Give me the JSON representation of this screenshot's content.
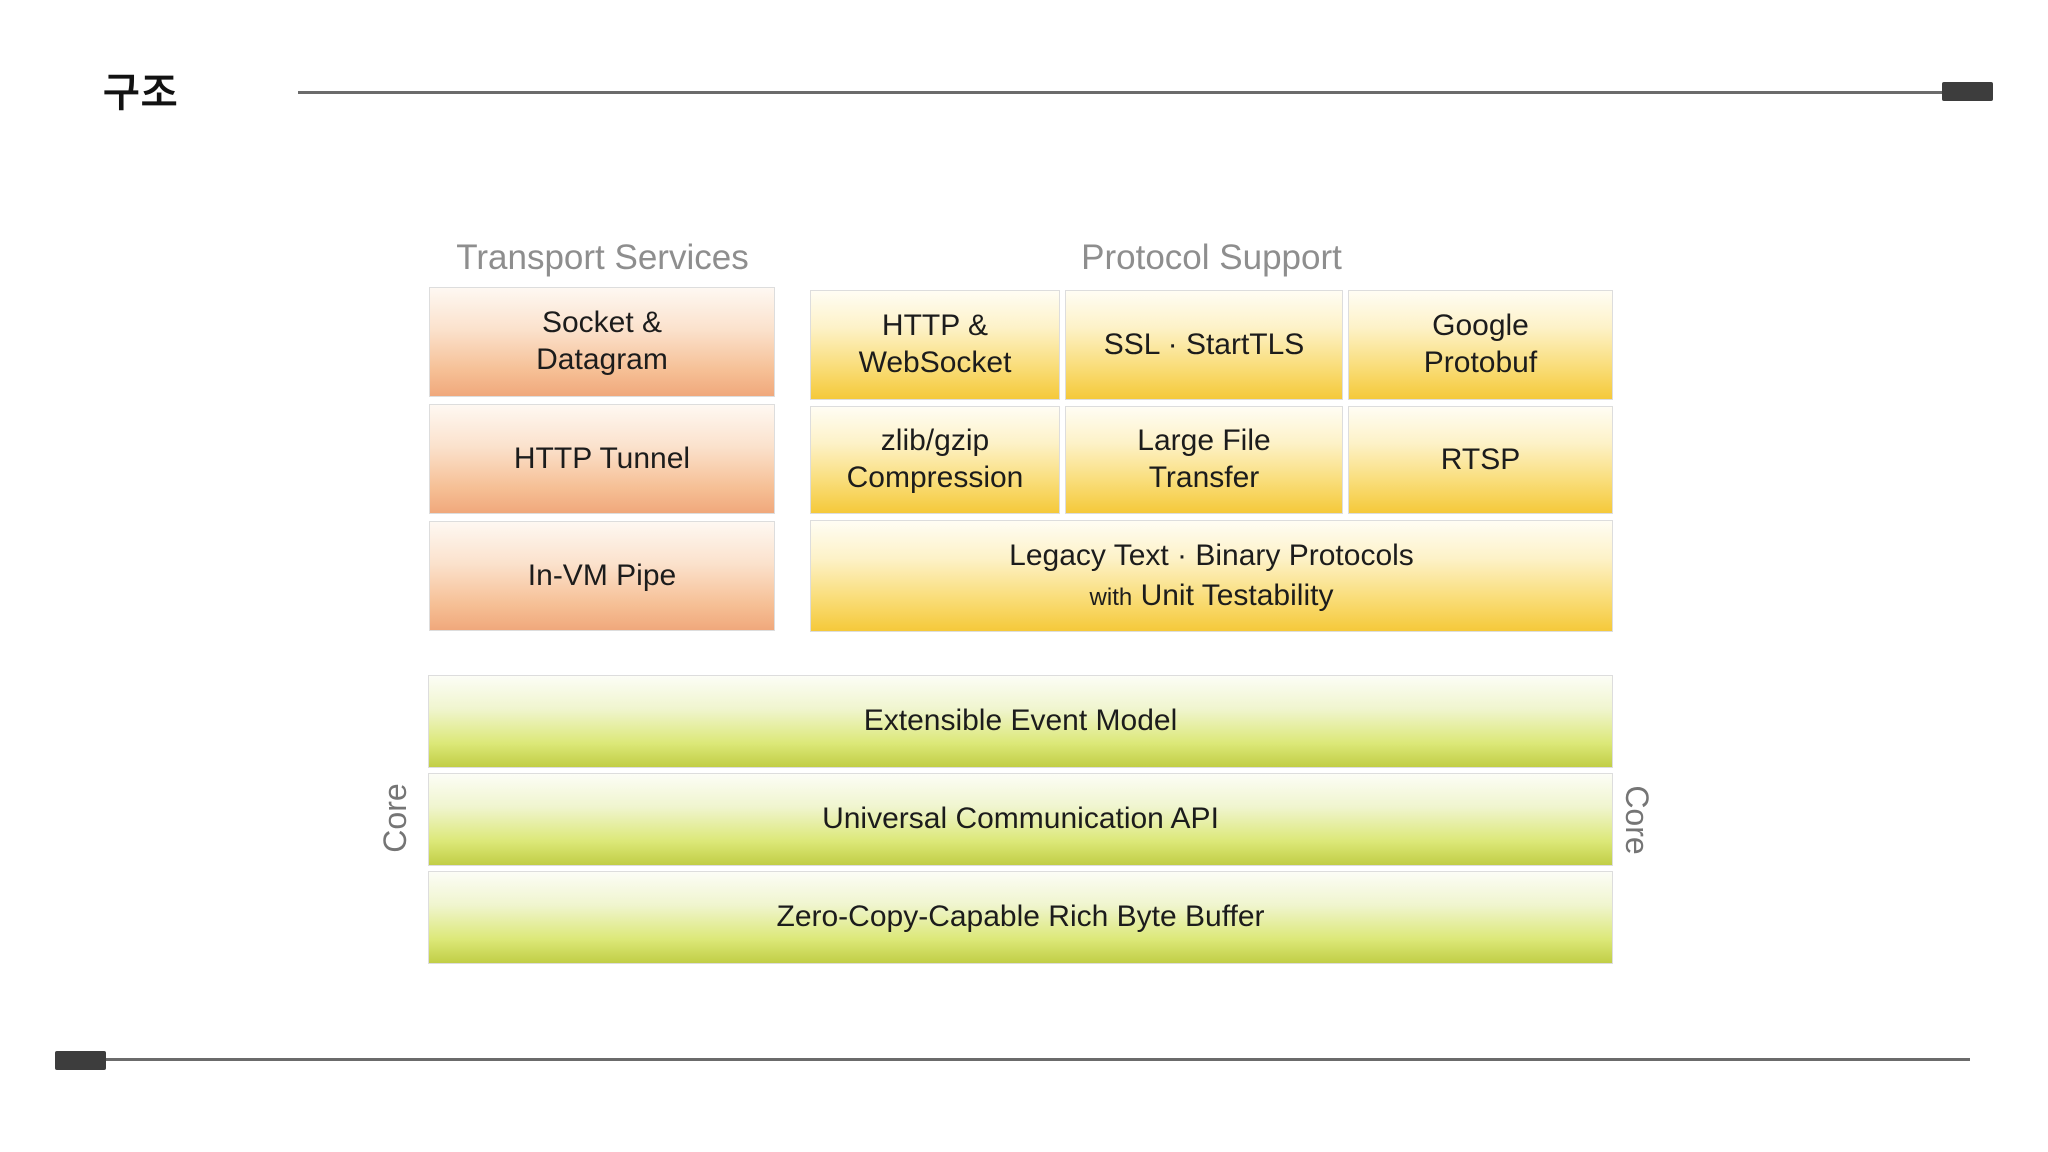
{
  "slide": {
    "title": "구조",
    "background_color": "#ffffff",
    "rule_color": "#6b6b6b",
    "accent_bar_color": "#3d3d3d",
    "header_text_color": "#8e8e8e",
    "box_text_color": "#1c1c1c"
  },
  "transport": {
    "header": "Transport Services",
    "gradient_top": "#fef8f2",
    "gradient_bottom": "#f0a87c",
    "boxes": [
      "Socket &\nDatagram",
      "HTTP Tunnel",
      "In-VM Pipe"
    ]
  },
  "protocol": {
    "header": "Protocol Support",
    "gradient_top": "#fffdf4",
    "gradient_bottom": "#f5c93a",
    "row1": [
      "HTTP &\nWebSocket",
      "SSL · StartTLS",
      "Google\nProtobuf"
    ],
    "row2": [
      "zlib/gzip\nCompression",
      "Large File\nTransfer",
      "RTSP"
    ],
    "legacy": {
      "line1": "Legacy Text · Binary Protocols",
      "with_word": "with",
      "line2": "Unit Testability"
    }
  },
  "core": {
    "label_left": "Core",
    "label_right": "Core",
    "gradient_top": "#fcfdf6",
    "gradient_bottom": "#c1ce46",
    "layers": [
      "Extensible Event Model",
      "Universal Communication API",
      "Zero-Copy-Capable Rich Byte Buffer"
    ]
  }
}
